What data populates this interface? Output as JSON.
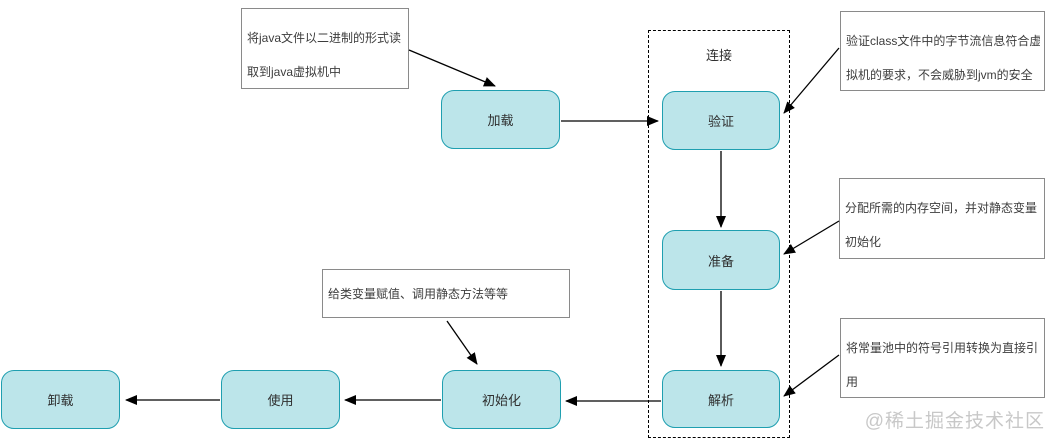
{
  "nodes": {
    "load": {
      "label": "加载"
    },
    "verify": {
      "label": "验证"
    },
    "prepare": {
      "label": "准备"
    },
    "resolve": {
      "label": "解析"
    },
    "initialize": {
      "label": "初始化"
    },
    "use": {
      "label": "使用"
    },
    "unload": {
      "label": "卸载"
    }
  },
  "group": {
    "label": "连接"
  },
  "notes": {
    "load": {
      "lines": [
        "将java文件以二进制的形式读",
        "取到java虚拟机中"
      ]
    },
    "verify": {
      "lines": [
        "验证class文件中的字节流信息符合虚",
        "拟机的要求，不会威胁到jvm的安全"
      ]
    },
    "prepare": {
      "lines": [
        "分配所需的内存空间，并对静态变量",
        "初始化"
      ]
    },
    "resolve": {
      "lines": [
        "将常量池中的符号引用转换为直接引",
        "用"
      ]
    },
    "initialize": {
      "lines": [
        "给类变量赋值、调用静态方法等等"
      ]
    }
  },
  "watermark": "@稀土掘金技术社区",
  "colors": {
    "node_fill": "#bce5ea",
    "node_stroke": "#1f9fb0",
    "note_border": "#8a8a8a",
    "arrow": "#000000",
    "watermark": "#c8c8c8"
  }
}
